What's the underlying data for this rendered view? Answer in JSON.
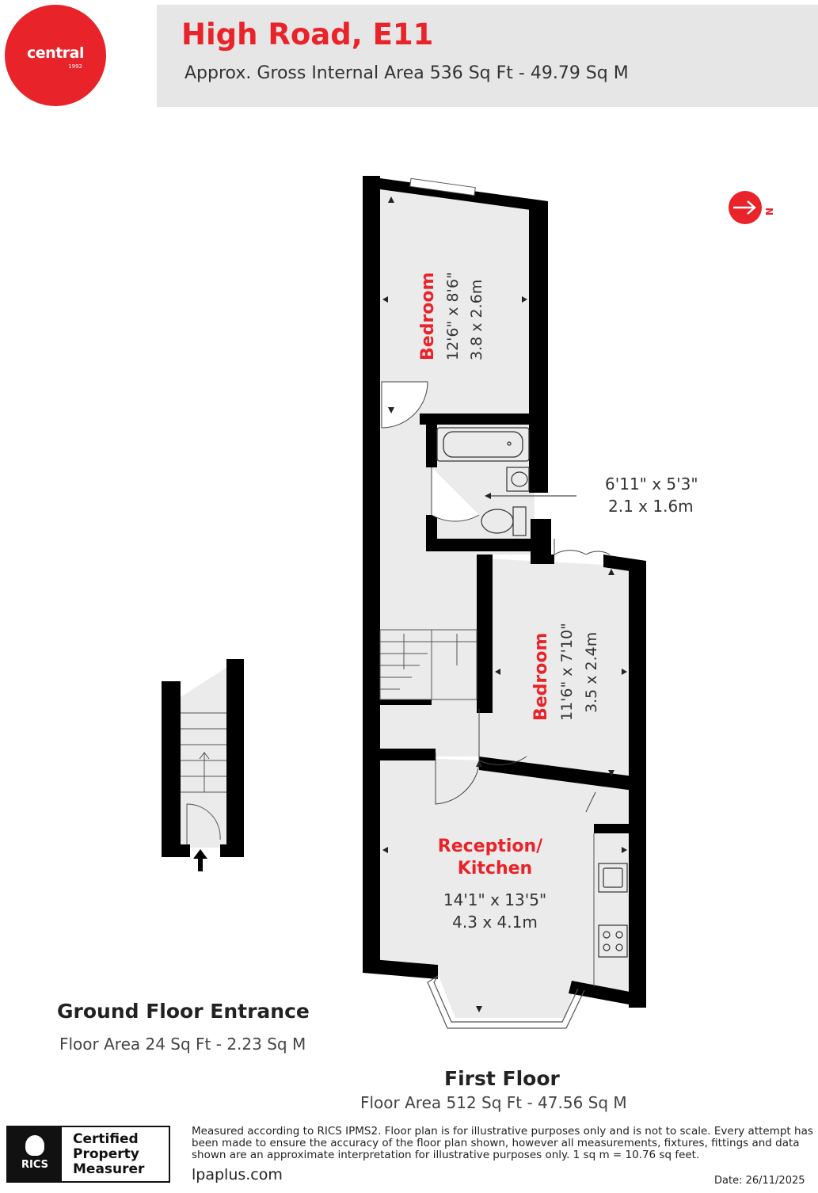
{
  "header": {
    "logo_text": "central",
    "logo_year": "1992",
    "title": "High Road, E11",
    "subtitle": "Approx. Gross Internal Area 536 Sq Ft - 49.79 Sq M"
  },
  "compass": {
    "label": "N"
  },
  "rooms": {
    "bedroom1": {
      "name": "Bedroom",
      "imperial": "12'6\" x 8'6\"",
      "metric": "3.8 x 2.6m"
    },
    "bathroom": {
      "imperial": "6'11\" x 5'3\"",
      "metric": "2.1 x 1.6m"
    },
    "bedroom2": {
      "name": "Bedroom",
      "imperial": "11'6\" x 7'10\"",
      "metric": "3.5 x 2.4m"
    },
    "reception": {
      "name_line1": "Reception/",
      "name_line2": "Kitchen",
      "imperial": "14'1\" x 13'5\"",
      "metric": "4.3 x 4.1m"
    }
  },
  "floors": {
    "ground": {
      "title": "Ground Floor Entrance",
      "area": "Floor Area 24 Sq Ft - 2.23 Sq M"
    },
    "first": {
      "title": "First Floor",
      "area": "Floor Area 512 Sq Ft - 47.56 Sq M"
    }
  },
  "footer": {
    "rics": "RICS",
    "badge_line1": "Certified",
    "badge_line2": "Property",
    "badge_line3": "Measurer",
    "disclaimer": "Measured according to RICS IPMS2. Floor plan is for illustrative purposes only and is not to scale. Every attempt has been made to ensure the accuracy of the floor plan shown, however all measurements, fixtures, fittings and data shown are an approximate interpretation for illustrative purposes only. 1 sq m = 10.76 sq feet.",
    "website": "lpaplus.com",
    "date": "Date: 26/11/2025"
  },
  "colors": {
    "brand_red": "#e8232a",
    "wall": "#000000",
    "floor_fill": "#ebebeb"
  }
}
